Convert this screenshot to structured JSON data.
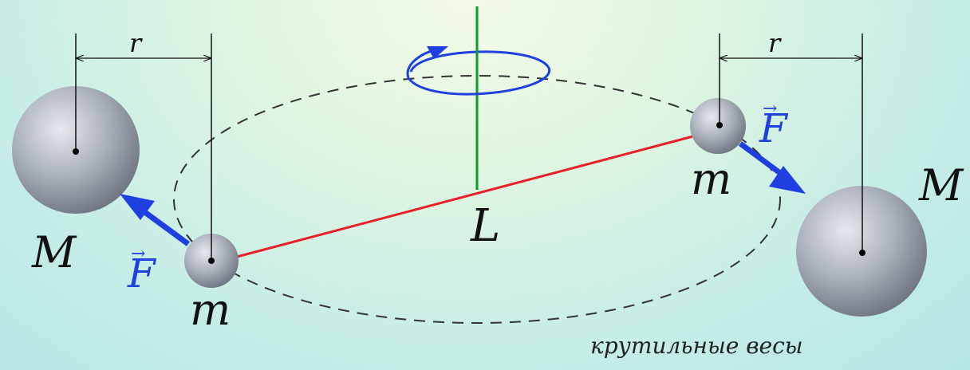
{
  "labels": {
    "big_mass_left": "M",
    "big_mass_right": "M",
    "small_mass_left": "m",
    "small_mass_right": "m",
    "distance_left": "r",
    "distance_right": "r",
    "beam_length": "L",
    "force_left": "F",
    "force_right": "F",
    "vector_arrow": "→",
    "caption": "крутильные весы"
  },
  "colors": {
    "beam": "#e8202a",
    "fiber": "#0d9a2d",
    "force": "#1f3fe0",
    "rotation": "#1f3fe0",
    "orbit": "#333333",
    "sphere_light": "#dde1e6",
    "sphere_dark": "#7a818c"
  }
}
